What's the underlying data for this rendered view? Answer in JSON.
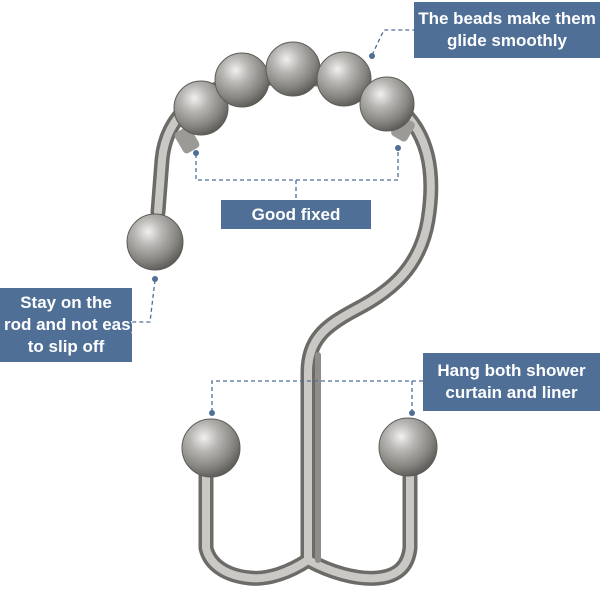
{
  "colors": {
    "callout_bg": "#4f6f96",
    "leader_line": "#4f6f96",
    "metal_mid": "#a7a5a2",
    "metal_dark": "#6d6b68",
    "metal_light": "#e9e8e6",
    "background": "#ffffff"
  },
  "callouts": {
    "beads": {
      "lines": [
        "The beads make them",
        "glide smoothly"
      ]
    },
    "fixed": {
      "lines": [
        "Good fixed"
      ]
    },
    "stay": {
      "lines": [
        "Stay on the",
        "rod and not easy",
        "to slip off"
      ]
    },
    "hang": {
      "lines": [
        "Hang both shower",
        "curtain and liner"
      ]
    }
  }
}
